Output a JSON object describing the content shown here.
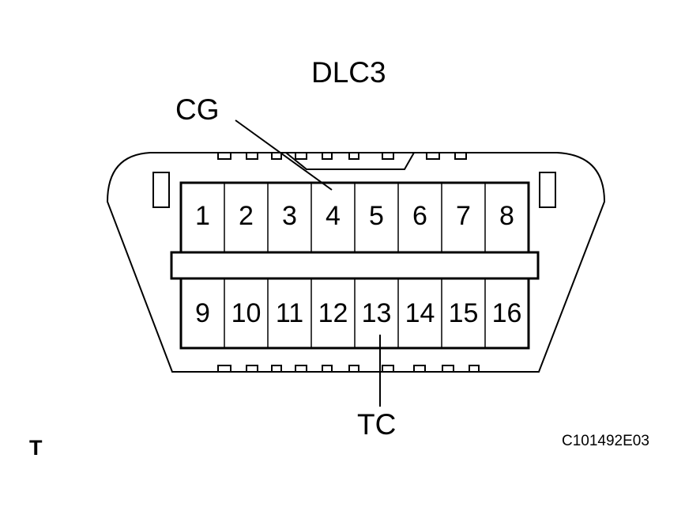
{
  "title": "DLC3",
  "pins_top": [
    "1",
    "2",
    "3",
    "4",
    "5",
    "6",
    "7",
    "8"
  ],
  "pins_bottom": [
    "9",
    "10",
    "11",
    "12",
    "13",
    "14",
    "15",
    "16"
  ],
  "callouts": {
    "cg": "CG",
    "tc": "TC"
  },
  "view_mark": "T",
  "figure_code": "C101492E03"
}
